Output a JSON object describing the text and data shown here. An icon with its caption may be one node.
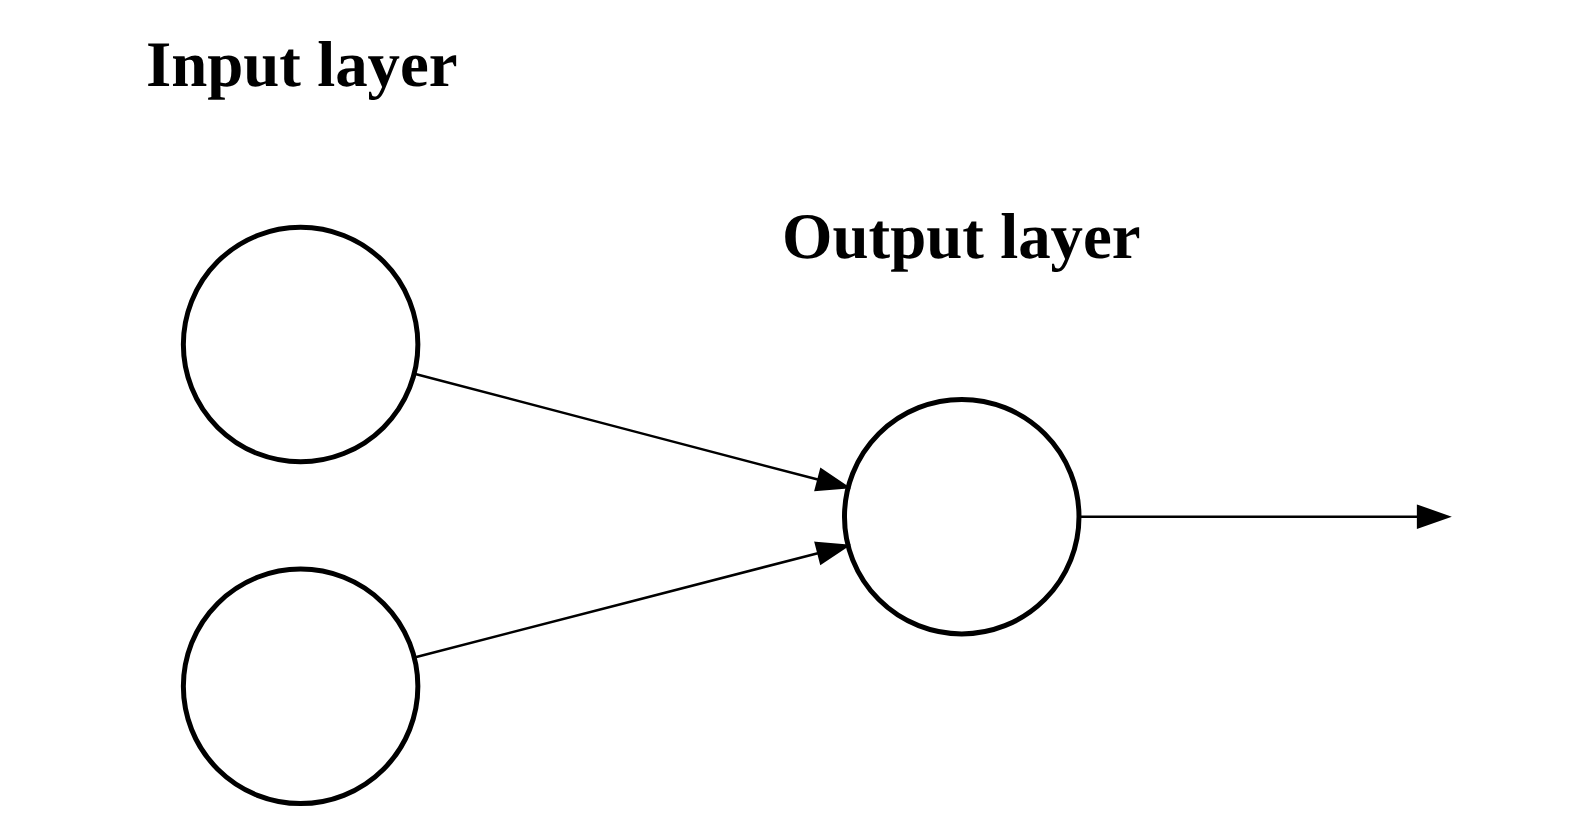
{
  "diagram": {
    "nodes": [
      {
        "text": [],
        "shape": "circle"
      },
      {
        "text": [],
        "shape": "circle"
      },
      {
        "text": [],
        "shape": "circle"
      }
    ],
    "edges": [
      {
        "from": 0,
        "to": 2,
        "arrow": "to"
      },
      {
        "from": 1,
        "to": 2,
        "arrow": "to"
      },
      {
        "from": 2,
        "to": null,
        "arrow": "to"
      }
    ],
    "labels": [
      "Input layer",
      "Output layer"
    ]
  }
}
